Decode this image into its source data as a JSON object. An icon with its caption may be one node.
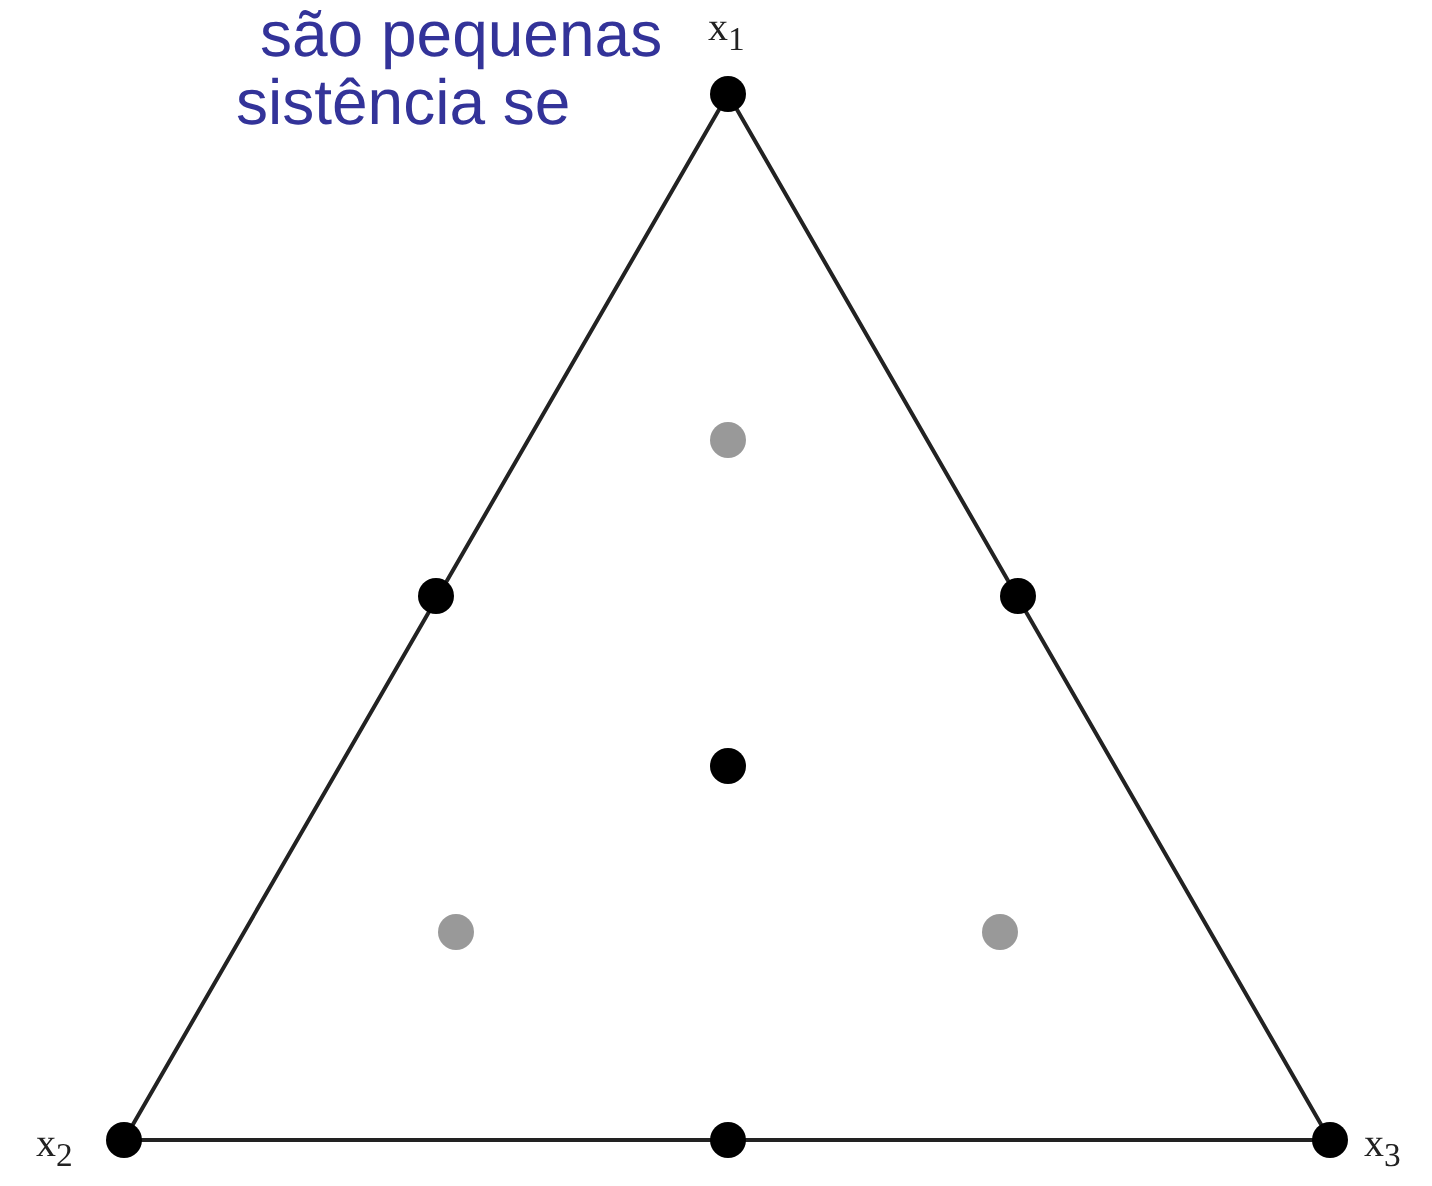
{
  "diagram": {
    "labels": [
      "são pequenas",
      "sistência se",
      "x$_{1}$",
      "x$_{2}$",
      "x$_{3}$"
    ]
  }
}
